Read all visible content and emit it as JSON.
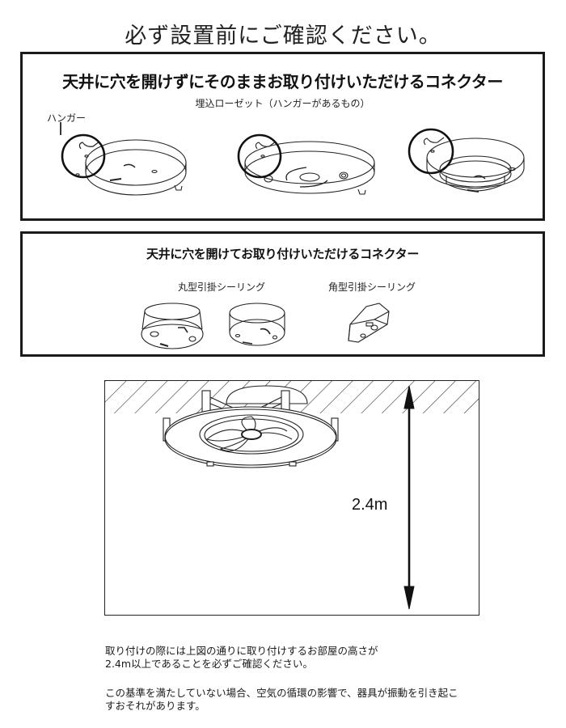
{
  "page": {
    "title": "必ず設置前にご確認ください。"
  },
  "section_no_hole": {
    "heading": "天井に穴を開けずにそのままお取り付けいただけるコネクター",
    "subheading": "埋込ローゼット（ハンガーがあるもの）",
    "callout_label": "ハンガー",
    "illustrations": [
      {
        "name": "recessed-rosette-type-1"
      },
      {
        "name": "recessed-rosette-type-2"
      },
      {
        "name": "recessed-rosette-type-3"
      }
    ]
  },
  "section_with_hole": {
    "heading": "天井に穴を開けてお取り付けいただけるコネクター",
    "groups": [
      {
        "label": "丸型引掛シーリング",
        "count": 2
      },
      {
        "label": "角型引掛シーリング",
        "count": 1
      }
    ]
  },
  "diagram": {
    "height_label": "2.4m",
    "colors": {
      "line": "#222222",
      "hatch": "#333333"
    }
  },
  "notes": {
    "line1": "取り付けの際には上図の通りに取り付けするお部屋の高さが",
    "line2": "2.4m以上であることを必ずご確認ください。",
    "line3": "この基準を満たしていない場合、空気の循環の影響で、器具が振動を引き起こ",
    "line4": "すおそれがあります。"
  }
}
